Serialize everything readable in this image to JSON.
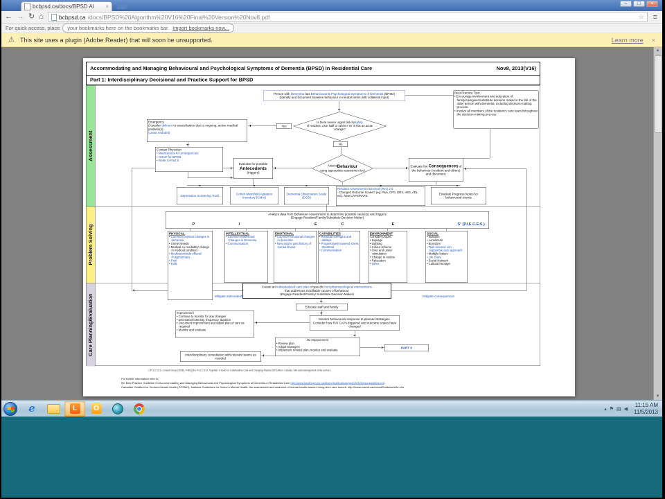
{
  "browser": {
    "tab": {
      "title": "bcbpsd.ca/docs/BPSD Al",
      "close": "×"
    },
    "window_controls": {
      "minimize": "–",
      "maximize": "□",
      "close": "×"
    },
    "nav": {
      "back": "←",
      "forward": "→",
      "reload": "↻",
      "home": "⌂"
    },
    "omnibox": {
      "host": "bcbpsd.ca",
      "path": "/docs/BPSD%20Algorithm%20V16%20Final%20Version%20Nov8.pdf",
      "star": "☆",
      "menu": "≡"
    },
    "bookmarks": {
      "prefix": "For quick access, place",
      "bubble": "your bookmarks here on the bookmarks bar.",
      "link": "Import bookmarks now..."
    },
    "warning": {
      "icon": "⚠",
      "text": "This site uses a plugin (Adobe Reader) that will soon be unsupported.",
      "link": "Learn more",
      "close": "×"
    },
    "scrollbar": {
      "up": "▲",
      "down": "▼"
    }
  },
  "pdf": {
    "title": "Accommodating and Managing Behavioural and Psychological Symptoms of Dementia (BPSD) in Residential Care",
    "date": "Nov8, 2013(V16)",
    "part1": "Part 1: Interdisciplinary Decisional and Practice Support for BPSD",
    "bands": {
      "assessment": "Assessment",
      "problem": "Problem Solving",
      "care": "Care Planning/Evaluation"
    },
    "person_line1": [
      {
        "t": "Person with "
      },
      {
        "t": "Dementia",
        "cls": "lnk"
      },
      {
        "t": " has "
      },
      {
        "t": "Behavioural & Psychological Symptoms of Dementia",
        "cls": "lnk"
      },
      {
        "t": " (BPSD)"
      }
    ],
    "person_line2": "(Identify and document  baseline behaviour in neutral terms with collateral input)",
    "best_practice": {
      "title": "Best Practice Tips:",
      "items": [
        {
          "t": "Encourage  involvement and education of family/caregiver/substitute decision maker in the life of the older person with dementia, including decision-making process."
        },
        {
          "t": "Involve all members of the resident's care team throughout the decision-making process"
        }
      ]
    },
    "diamond1": [
      {
        "t": "Is there severe urgent risk for "
      },
      {
        "t": "safety",
        "cls": "lnk"
      },
      {
        "t": " of resident, care staff or others? Or is this an acute change?"
      }
    ],
    "yes_label": "Yes",
    "no_label": "No",
    "emergency": {
      "title": "Emergency",
      "body": [
        {
          "t": "Consider "
        },
        {
          "t": "delirium",
          "cls": "lnk"
        },
        {
          "t": " or exacerbation due to ongoing, active medical problem(s)."
        }
      ],
      "footer": "(Least restraint)"
    },
    "contact": {
      "title": "Contact Physician",
      "items": [
        {
          "t": "Medications for emergencies",
          "cls": "lnk"
        },
        {
          "t": "GSAP for BPSD",
          "cls": "lnk"
        },
        {
          "t": "Refer to Part II",
          "cls": "lnk"
        }
      ]
    },
    "antecedents": {
      "line1": "Evaluate for possible",
      "line2": "Antecedents",
      "line3": "(triggers)"
    },
    "diamond2": [
      {
        "t": "Assess "
      },
      {
        "t": "Behaviour",
        "cls": "b big"
      },
      {
        "t": " using appropriate assessment tool"
      }
    ],
    "consequences": [
      {
        "t": "Evaluate the "
      },
      {
        "t": "Consequences",
        "cls": "b big"
      },
      {
        "t": " of the behaviour (resident and others) and document."
      }
    ],
    "tools": {
      "depression": "Depression Screening Tools",
      "cmai": "Cohen Mansfield Agitation Inventory (CMAI)",
      "dos": "Dementia Observation Scale (DOS)",
      "rai_title": "Resident Assessment Instrument (RAI) 2.0",
      "rai_body": "- Changed Outcome Scales? (eg. Pain, CPS, DRS, ABS, ADL etc). New CAPS/RAPS",
      "progress": "Evaluate Progress Notes for behavioural events"
    },
    "analyze": {
      "line1": "Analyze data from Behaviour Assessment to determine possible cause(s) and triggers",
      "line2": "(Engage Resident/Family/Substitute Decision Maker)",
      "letters": [
        {
          "t": "P"
        },
        {
          "t": "I"
        },
        {
          "t": "E"
        },
        {
          "t": "C"
        },
        {
          "t": "E"
        },
        {
          "t": "S¹ (P.I.E.C.E.S.)",
          "cls": "lnk"
        }
      ]
    },
    "columns": {
      "physical": {
        "title": "PHYSICAL",
        "items": [
          {
            "t": "Common physical changes in dementia",
            "cls": "lnk"
          },
          {
            "t": "Unmet Needs"
          },
          {
            "t": "Medical co-morbidity/ change in medical condition"
          },
          {
            "t": "Medication/side effects/ Polypharmacy",
            "cls": "lnk"
          },
          {
            "t": "Pain",
            "cls": "lnk"
          },
          {
            "t": "Falls",
            "cls": "lnk"
          }
        ]
      },
      "intellectual": {
        "title": "INTELLECTUAL",
        "items": [
          {
            "t": "Common Intellectual Changes in Dementia",
            "cls": "lnk"
          },
          {
            "t": "Communication",
            "cls": "lnk"
          }
        ]
      },
      "emotional": {
        "title": "EMOTIONAL",
        "items": [
          {
            "t": "Common Emotional changes in dementia",
            "cls": "lnk"
          },
          {
            "t": "New and/or past history of mental illness",
            "cls": "lnk"
          }
        ]
      },
      "capabilities": {
        "title": "CAPABILITIES",
        "items": [
          {
            "t": "Residual strengths and abilities",
            "cls": "lnk"
          },
          {
            "t": "Progressively lowered stress threshold",
            "cls": "lnk"
          },
          {
            "t": "Communication",
            "cls": "lnk"
          }
        ]
      },
      "environment": {
        "title": "ENVIRONMENT",
        "intro": "Consider proper:",
        "items": [
          {
            "t": "Signage"
          },
          {
            "t": "Lighting"
          },
          {
            "t": "Colour scheme"
          },
          {
            "t": "Over and under stimulation"
          },
          {
            "t": "Change in routine"
          },
          {
            "t": "Relocation"
          },
          {
            "t": "Other",
            "cls": "lnk"
          }
        ]
      },
      "social": {
        "title": "SOCIAL",
        "items": [
          {
            "t": "Isolation"
          },
          {
            "t": "Loneliness"
          },
          {
            "t": "Boredom"
          },
          {
            "t": "Task focused non- supportive care approach",
            "cls": "lnk"
          },
          {
            "t": "Multiple losses"
          },
          {
            "t": "Life Story",
            "cls": "lnk"
          },
          {
            "t": "Social Network"
          },
          {
            "t": "Cultural heritage"
          }
        ]
      }
    },
    "create": {
      "line1": [
        {
          "t": "Create an "
        },
        {
          "t": "individualized care plan",
          "cls": "lnk"
        },
        {
          "t": " of specific "
        },
        {
          "t": "non-pharmacological interventions",
          "cls": "lnk"
        }
      ],
      "line2": "that addresses modifiable causes of behaviour",
      "line3": "(Engage Resident/Family/ Substitute Decision Maker)"
    },
    "mitigate_left": "Mitigate antecedents",
    "mitigate_right": "Mitigate consequences",
    "educate": "Educate staff and family",
    "improvement": {
      "title": "Improvement",
      "items": [
        {
          "t": "Continue to monitor for any changes"
        },
        {
          "t": "Decreased intensity, frequency, duration"
        },
        {
          "t": "Document improvement and adjust plan of care as required"
        },
        {
          "t": "Monitor and evaluate"
        }
      ]
    },
    "monitor": {
      "line1": "Monitor behavioural response to planned strategies.",
      "line2": "Consider how RAI CAPs triggered and outcome scales have changed"
    },
    "no_improvement": {
      "title": "No Improvement",
      "items": [
        {
          "t": "Review plan"
        },
        {
          "t": "Adjust strategies"
        },
        {
          "t": "Implement revised plan; monitor and evaluate"
        }
      ]
    },
    "part2": "PART II",
    "interdisciplinary": "Interdisciplinary consultation with relevant teams as needed",
    "citation": "1 P.I.E.C.E.S. Consult Group (2008). Putting the P.I.E.C.E.S. Together: A book for Collaborative Care and Changing Practice 6th Edition. Canada, with acknowledgement of the authors.",
    "info": {
      "intro": "For further information refer to:",
      "line1": [
        {
          "t": "BC Best Practice Guideline for Accommodating and Managing Behavioural and Psychological Symptoms of Dementia in Residential Care "
        },
        {
          "t": "http://www.health.gov.bc.ca/library/publications/year/2012/bpsd-guideline.pdf",
          "cls": "lnk u"
        }
      ],
      "line2": [
        {
          "t": "Canadian Coalition for Seniors Mental Health (CCSMH). National Guidelines for Senior's Mental Health: the assessment and treatment of mental health issues in long-term care homes.  "
        },
        {
          "t": "http://www.ccsmh.ca/en/natlGuidelines/ltc.cfm"
        }
      ]
    }
  },
  "taskbar": {
    "time": "11:15 AM",
    "date": "11/5/2013",
    "tray_icons": [
      "▴",
      "⚑",
      "▤",
      "◀"
    ]
  }
}
